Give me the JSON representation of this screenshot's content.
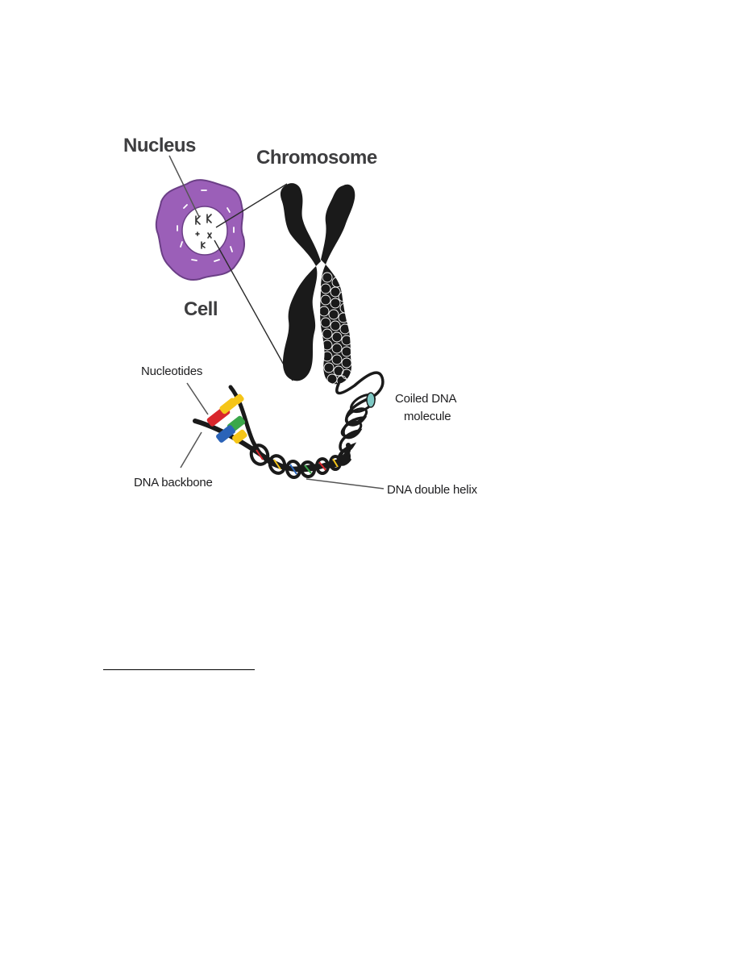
{
  "labels": {
    "nucleus": "Nucleus",
    "chromosome": "Chromosome",
    "cell": "Cell",
    "nucleotides": "Nucleotides",
    "dna_backbone": "DNA backbone",
    "coiled_dna_line1": "Coiled DNA",
    "coiled_dna_line2": "molecule",
    "dna_double_helix": "DNA double helix"
  },
  "colors": {
    "cell": "#9b5fb8",
    "cell_edge": "#6b3f86",
    "chromosome": "#1a1a1a",
    "label_dark": "#3d3d3f",
    "base_red": "#d9262c",
    "base_yellow": "#f5c518",
    "base_green": "#3aa74a",
    "base_blue": "#2a63b8",
    "coil_band": "#7ec8c4"
  }
}
